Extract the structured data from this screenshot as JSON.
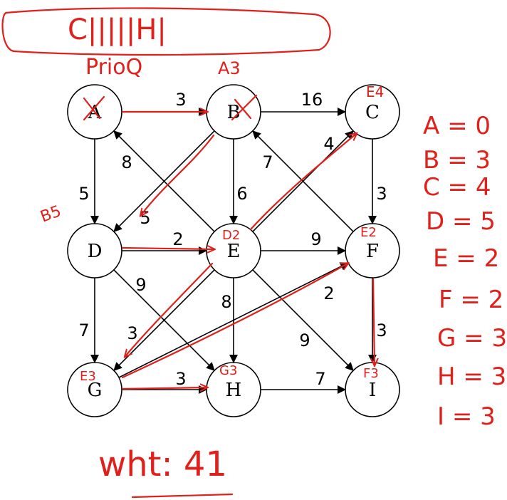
{
  "graph": {
    "nodes": [
      {
        "id": "A",
        "label": "A"
      },
      {
        "id": "B",
        "label": "B"
      },
      {
        "id": "C",
        "label": "C"
      },
      {
        "id": "D",
        "label": "D"
      },
      {
        "id": "E",
        "label": "E"
      },
      {
        "id": "F",
        "label": "F"
      },
      {
        "id": "G",
        "label": "G"
      },
      {
        "id": "H",
        "label": "H"
      },
      {
        "id": "I",
        "label": "I"
      }
    ],
    "edges": [
      {
        "from": "A",
        "to": "B",
        "weight": "3"
      },
      {
        "from": "B",
        "to": "C",
        "weight": "16"
      },
      {
        "from": "A",
        "to": "D",
        "weight": "5"
      },
      {
        "from": "B",
        "to": "D",
        "weight": "5"
      },
      {
        "from": "E",
        "to": "A",
        "weight": "8"
      },
      {
        "from": "B",
        "to": "E",
        "weight": "6"
      },
      {
        "from": "F",
        "to": "B",
        "weight": "7"
      },
      {
        "from": "E",
        "to": "C",
        "weight": "4"
      },
      {
        "from": "C",
        "to": "F",
        "weight": "3"
      },
      {
        "from": "D",
        "to": "E",
        "weight": "2"
      },
      {
        "from": "E",
        "to": "F",
        "weight": "9"
      },
      {
        "from": "D",
        "to": "H",
        "weight": "9"
      },
      {
        "from": "D",
        "to": "G",
        "weight": "7"
      },
      {
        "from": "E",
        "to": "G",
        "weight": "3"
      },
      {
        "from": "E",
        "to": "H",
        "weight": "8"
      },
      {
        "from": "E",
        "to": "I",
        "weight": "9"
      },
      {
        "from": "G",
        "to": "F",
        "weight": "2"
      },
      {
        "from": "F",
        "to": "I",
        "weight": "3"
      },
      {
        "from": "G",
        "to": "H",
        "weight": "3"
      },
      {
        "from": "H",
        "to": "I",
        "weight": "7"
      }
    ]
  },
  "annotations": {
    "top_box_text": "C|||||H|",
    "prio_label": "PrioQ",
    "node_notes": {
      "B": "A3",
      "C": "E4",
      "D": "B5",
      "E": "D2",
      "F": "E2",
      "G": "E3",
      "H": "G3",
      "I": "F3"
    },
    "distances": [
      "A = 0",
      "B = 3",
      "C = 4",
      "D = 5",
      "E = 2",
      "F = 2",
      "G = 3",
      "H = 3",
      "I = 3"
    ],
    "weight_total": "wht: 41",
    "colors": {
      "ink": "#e0201b",
      "graph": "#000000"
    }
  }
}
